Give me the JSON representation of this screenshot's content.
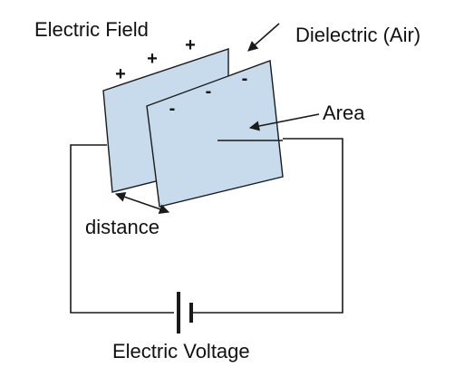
{
  "labels": {
    "field": "Electric Field",
    "dielectric": "Dielectric (Air)",
    "area": "Area",
    "distance": "distance",
    "voltage": "Electric Voltage"
  },
  "charges": {
    "plus": "+",
    "minus": "-"
  },
  "colors": {
    "plate_fill": "#c7dbec",
    "line": "#1a1a1a",
    "text": "#111111"
  }
}
